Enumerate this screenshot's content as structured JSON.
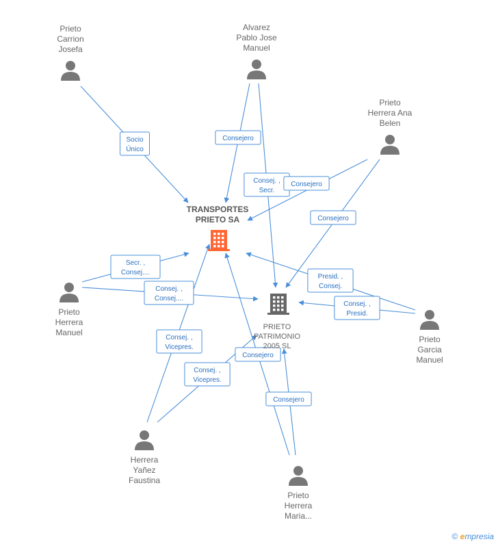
{
  "companies": [
    {
      "id": "tps",
      "lines": [
        "TRANSPORTES",
        "PRIETO SA"
      ],
      "color": "#ff6633"
    },
    {
      "id": "pp",
      "lines": [
        "PRIETO",
        "PATRIMONIO",
        "2005 SL"
      ],
      "color": "#666666"
    }
  ],
  "people": [
    {
      "id": "p1",
      "lines": [
        "Prieto",
        "Carrion",
        "Josefa"
      ]
    },
    {
      "id": "p2",
      "lines": [
        "Alvarez",
        "Pablo Jose",
        "Manuel"
      ]
    },
    {
      "id": "p3",
      "lines": [
        "Prieto",
        "Herrera Ana",
        "Belen"
      ]
    },
    {
      "id": "p4",
      "lines": [
        "Prieto",
        "Herrera",
        "Manuel"
      ]
    },
    {
      "id": "p5",
      "lines": [
        "Prieto",
        "Garcia",
        "Manuel"
      ]
    },
    {
      "id": "p6",
      "lines": [
        "Herrera",
        "Yañez",
        "Faustina"
      ]
    },
    {
      "id": "p7",
      "lines": [
        "Prieto",
        "Herrera",
        "Maria..."
      ]
    }
  ],
  "edges": [
    {
      "from": "p1",
      "to": "tps",
      "label": [
        "Socio",
        "Único"
      ]
    },
    {
      "from": "p2",
      "to": "tps",
      "label": [
        "Consejero"
      ]
    },
    {
      "from": "p2",
      "to": "pp",
      "label": [
        "Consej. ,",
        "Secr."
      ]
    },
    {
      "from": "p3",
      "to": "tps",
      "label": [
        "Consejero"
      ]
    },
    {
      "from": "p3",
      "to": "pp",
      "label": [
        "Consejero"
      ]
    },
    {
      "from": "p4",
      "to": "tps",
      "label": [
        "Secr. ,",
        "Consej...."
      ]
    },
    {
      "from": "p4",
      "to": "pp",
      "label": [
        "Consej. ,",
        "Consej...."
      ]
    },
    {
      "from": "p5",
      "to": "tps",
      "label": [
        "Presid. ,",
        "Consej."
      ]
    },
    {
      "from": "p5",
      "to": "pp",
      "label": [
        "Consej. ,",
        "Presid."
      ]
    },
    {
      "from": "p6",
      "to": "tps",
      "label": [
        "Consej. ,",
        "Vicepres."
      ]
    },
    {
      "from": "p6",
      "to": "pp",
      "label": [
        "Consej. ,",
        "Vicepres."
      ]
    },
    {
      "from": "p7",
      "to": "tps",
      "label": [
        "Consejero"
      ]
    },
    {
      "from": "p7",
      "to": "pp",
      "label": [
        "Consejero"
      ]
    }
  ],
  "footer": {
    "copyright": "©",
    "brand_e": "e",
    "brand_rest": "mpresia"
  }
}
